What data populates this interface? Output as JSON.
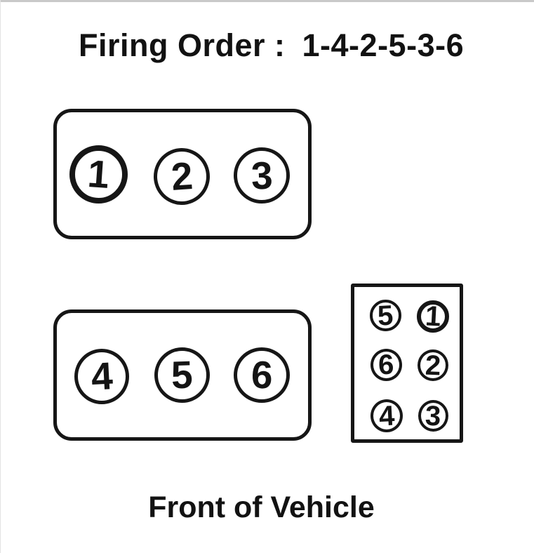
{
  "title": {
    "label": "Firing Order :",
    "sequence": "1-4-2-5-3-6"
  },
  "banks": {
    "top": {
      "cylinders": [
        "1",
        "2",
        "3"
      ]
    },
    "bottom": {
      "cylinders": [
        "4",
        "5",
        "6"
      ]
    }
  },
  "connector": {
    "rows": [
      {
        "left": "5",
        "right": "1"
      },
      {
        "left": "6",
        "right": "2"
      },
      {
        "left": "4",
        "right": "3"
      }
    ]
  },
  "front_label": "Front of Vehicle",
  "emphasized_cylinder": "1",
  "colors": {
    "ink": "#141414",
    "background": "#ffffff",
    "top_edge_artifact": "#c9c9c9"
  }
}
